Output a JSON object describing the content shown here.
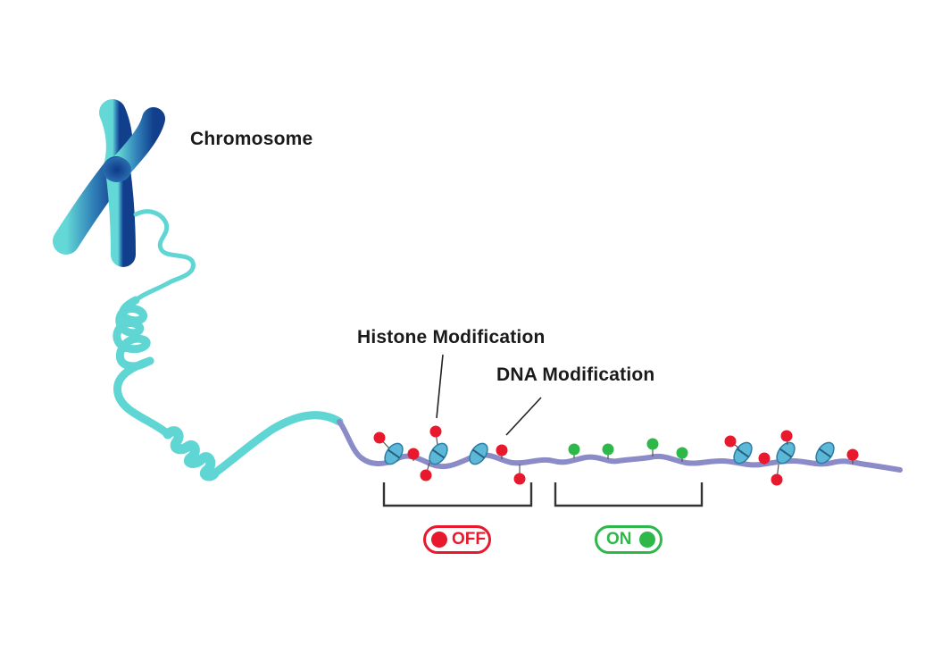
{
  "labels": {
    "chromosome": "Chromosome",
    "histone_modification": "Histone Modification",
    "dna_modification": "DNA Modification"
  },
  "switches": {
    "off": {
      "label": "OFF",
      "color": "#e8192c"
    },
    "on": {
      "label": "ON",
      "color": "#2fb84a"
    }
  },
  "colors": {
    "chromosome": "#1f4e96",
    "fiber": "#5fd6d3",
    "dna_strand": "#8b8cc7",
    "nucleosome": "#5cb8d6",
    "repressive_mark": "#e8192c",
    "active_mark": "#2fb84a",
    "bracket": "#333333"
  }
}
